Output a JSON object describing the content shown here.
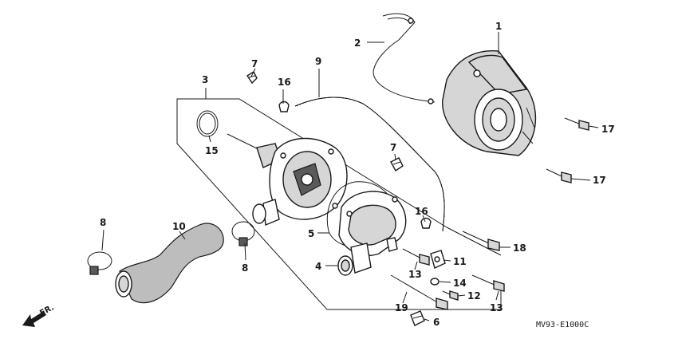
{
  "callouts": {
    "c1": "1",
    "c2": "2",
    "c3": "3",
    "c4": "4",
    "c5": "5",
    "c6": "6",
    "c7a": "7",
    "c7b": "7",
    "c8a": "8",
    "c8b": "8",
    "c9": "9",
    "c10": "10",
    "c11": "11",
    "c12": "12",
    "c13a": "13",
    "c13b": "13",
    "c14": "14",
    "c15": "15",
    "c16a": "16",
    "c16b": "16",
    "c17a": "17",
    "c17b": "17",
    "c18": "18",
    "c19": "19"
  },
  "diagram_code": "MV93-E1000C",
  "direction_label": "FR."
}
